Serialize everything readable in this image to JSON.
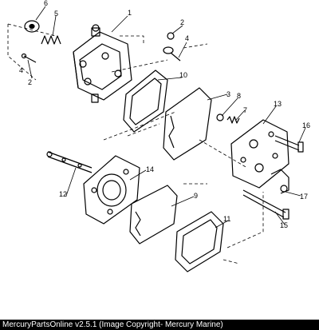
{
  "diagram": {
    "callouts": [
      "1",
      "2",
      "2",
      "3",
      "4",
      "4",
      "5",
      "6",
      "7",
      "8",
      "9",
      "10",
      "11",
      "12",
      "13",
      "14",
      "15",
      "16",
      "17"
    ]
  },
  "footer": {
    "caption": "MercuryPartsOnline v2.5.1 (Image Copyright- Mercury Marine)"
  }
}
